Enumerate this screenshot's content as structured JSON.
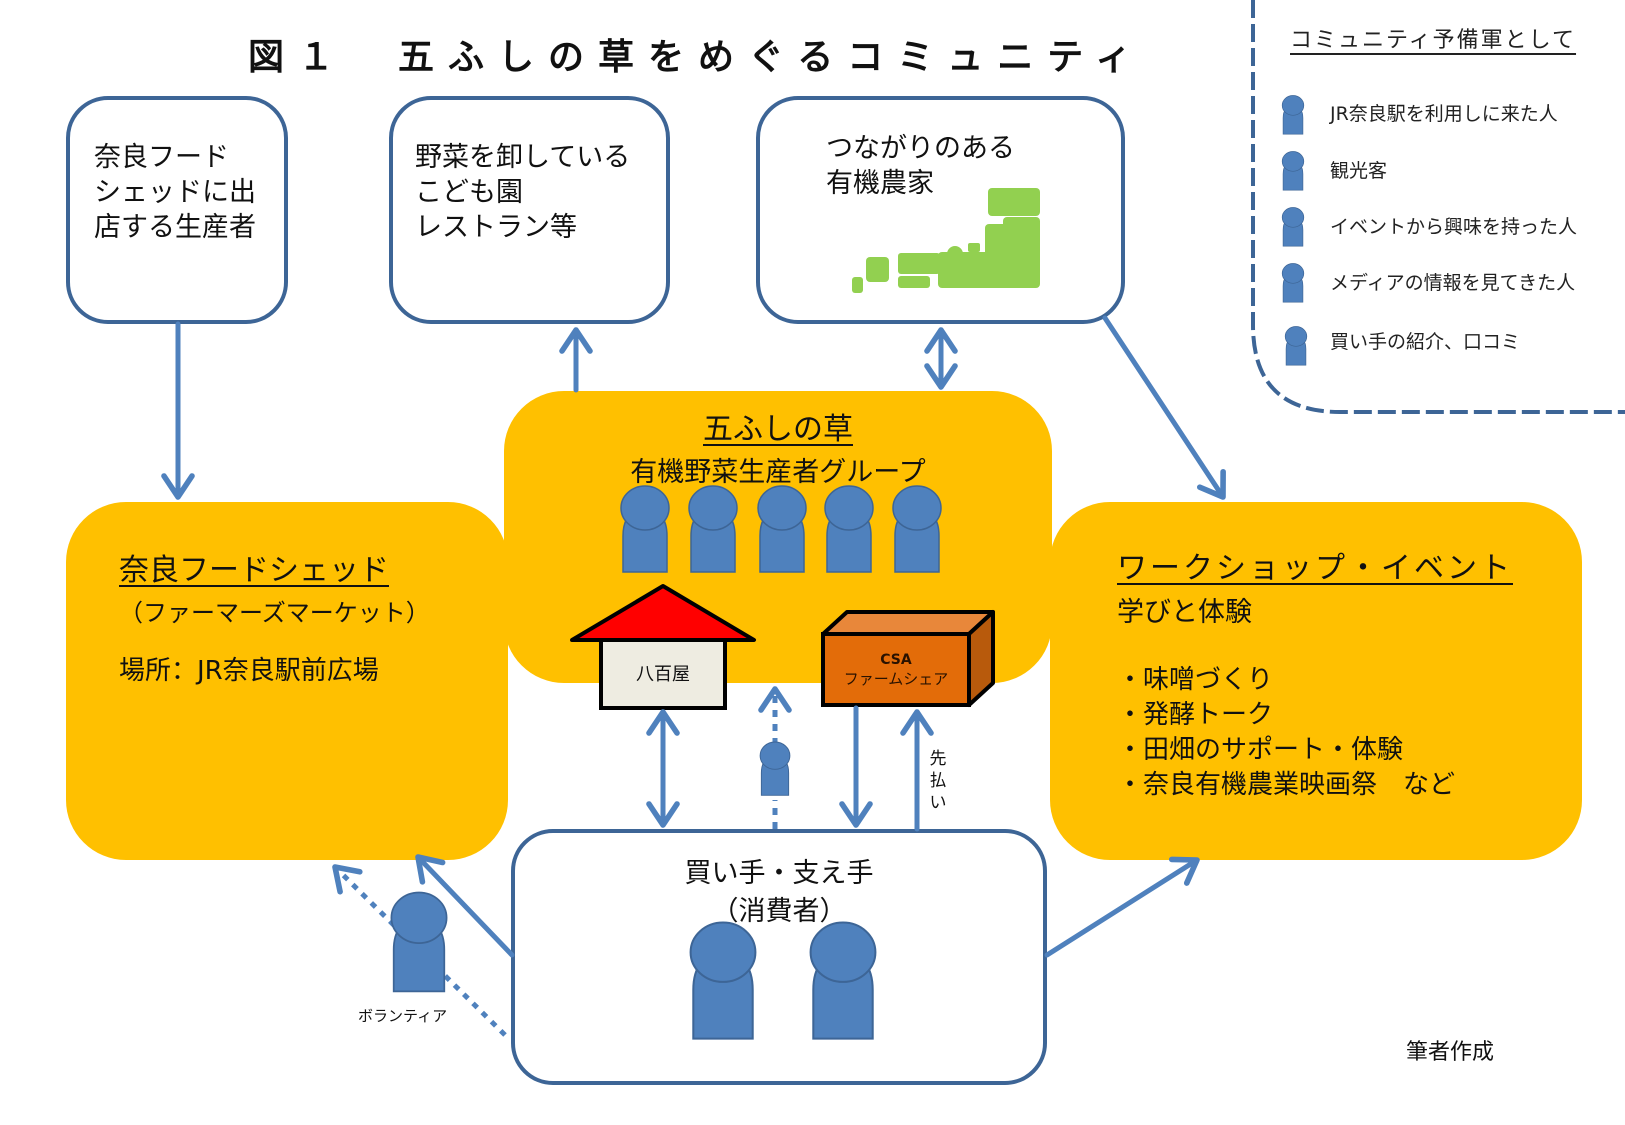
{
  "title": "図１　五ふしの草をめぐるコミュニティ",
  "colors": {
    "accent_blue": "#4f81bd",
    "box_border": "#3d6596",
    "yellow": "#ffc000",
    "roof_red": "#ff0000",
    "shop_wall": "#eeece1",
    "csa_orange": "#e36c09",
    "japan_green": "#92d050"
  },
  "top_boxes": [
    {
      "id": "producers",
      "text": "奈良フード\nシェッドに出\n店する生産者"
    },
    {
      "id": "buyers",
      "text": "野菜を卸している\nこども園\nレストラン等"
    },
    {
      "id": "farmers",
      "text": "つながりのある\n有機農家",
      "icon": "japan-map-icon"
    }
  ],
  "center_group": {
    "title": "五ふしの草",
    "subtitle": "有機野菜生産者グループ",
    "member_count": 5,
    "shop_label": "八百屋",
    "csa_label_1": "CSA",
    "csa_label_2": "ファームシェア"
  },
  "left_box": {
    "title": "奈良フードシェッド",
    "subtitle": "（ファーマーズマーケット）",
    "location": "場所：JR奈良駅前広場"
  },
  "right_box": {
    "title": "ワークショップ・イベント",
    "subtitle": "学びと体験",
    "items": [
      "・味噌づくり",
      "・発酵トーク",
      "・田畑のサポート・体験",
      "・奈良有機農業映画祭　など"
    ]
  },
  "consumer_box": {
    "title": "買い手・支え手",
    "subtitle": "（消費者）",
    "person_count": 2
  },
  "labels": {
    "prepay": "先払い",
    "volunteer": "ボランティア",
    "author_credit": "筆者作成"
  },
  "legend": {
    "title": "コミュニティ予備軍として",
    "items": [
      "JR奈良駅を利用しに来た人",
      "観光客",
      "イベントから興味を持った人",
      "メディアの情報を見てきた人",
      "買い手の紹介、口コミ"
    ]
  }
}
